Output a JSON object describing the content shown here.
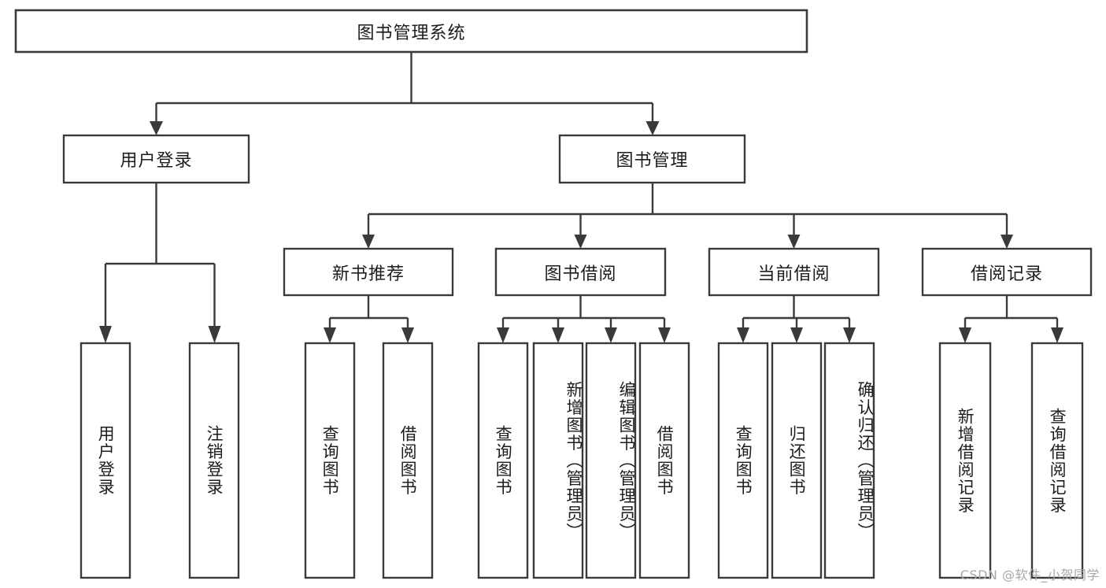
{
  "diagram": {
    "type": "tree-hierarchy",
    "title": "图书管理系统",
    "colors": {
      "box_stroke": "#3a3a3a",
      "box_fill": "#ffffff",
      "text": "#1c1c1c",
      "background": "#ffffff",
      "watermark": "#a8a8a8"
    },
    "root": {
      "label": "图书管理系统",
      "orientation": "horizontal"
    },
    "level2": [
      {
        "label": "用户登录",
        "orientation": "horizontal"
      },
      {
        "label": "图书管理",
        "orientation": "horizontal"
      }
    ],
    "level3": [
      {
        "label": "新书推荐",
        "orientation": "horizontal"
      },
      {
        "label": "图书借阅",
        "orientation": "horizontal"
      },
      {
        "label": "当前借阅",
        "orientation": "horizontal"
      },
      {
        "label": "借阅记录",
        "orientation": "horizontal"
      }
    ],
    "leaves": {
      "user_login": [
        {
          "label": "用户登录",
          "orientation": "vertical"
        },
        {
          "label": "注销登录",
          "orientation": "vertical"
        }
      ],
      "new_book_recommend": [
        {
          "label": "查询图书",
          "orientation": "vertical"
        },
        {
          "label": "借阅图书",
          "orientation": "vertical"
        }
      ],
      "book_borrow": [
        {
          "label": "查询图书",
          "orientation": "vertical"
        },
        {
          "label": "新增图书（管理员）",
          "orientation": "vertical"
        },
        {
          "label": "编辑图书（管理员）",
          "orientation": "vertical"
        },
        {
          "label": "借阅图书",
          "orientation": "vertical"
        }
      ],
      "current_borrow": [
        {
          "label": "查询图书",
          "orientation": "vertical"
        },
        {
          "label": "归还图书",
          "orientation": "vertical"
        },
        {
          "label": "确认归还（管理员）",
          "orientation": "vertical"
        }
      ],
      "borrow_records": [
        {
          "label": "新增借阅记录",
          "orientation": "vertical"
        },
        {
          "label": "查询借阅记录",
          "orientation": "vertical"
        }
      ]
    }
  },
  "watermark": {
    "text": "CSDN @软件_小贺同学"
  }
}
